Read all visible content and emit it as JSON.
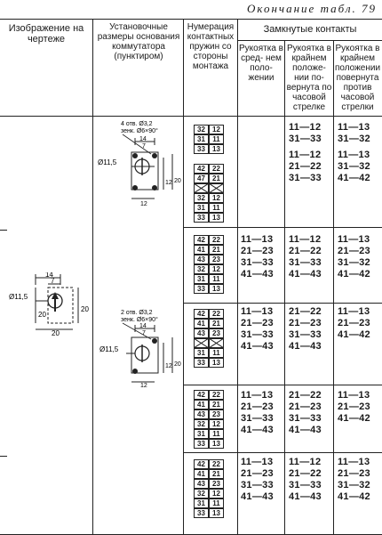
{
  "caption": "Окончание табл. 79",
  "headers": {
    "col1": "Изображение на чертеже",
    "col2": "Установочные размеры основания коммутатора (пунктиром)",
    "col3": "Нумерация контактных пружин со стороны монтажа",
    "col4": "Замкнутые контакты",
    "sub1": "Рукоятка в сред- нем поло- жении",
    "sub2": "Рукоятка в крайнем положе- нии по- вернута по часовой стрелке",
    "sub3": "Рукоятка в крайнем положении повернута против часовой стрелки"
  },
  "drawing_labels": {
    "main_dia": "Ø11,5",
    "main_14": "14",
    "main_7": "7",
    "main_20a": "20",
    "main_20b": "20",
    "main_20c": "20",
    "a_holes": "4 отв. Ø3,2",
    "a_zenk": "зенк. Ø6×90°",
    "a_dia": "Ø11,5",
    "a_14": "14",
    "a_7": "7",
    "a_12a": "12",
    "a_12b": "12",
    "a_20": "20",
    "b_holes": "2 отв. Ø3,2",
    "b_zenk": "зенк. Ø6×90°",
    "b_dia": "Ø11,5",
    "b_14": "14",
    "b_7": "7",
    "b_12a": "12",
    "b_12b": "12",
    "b_20": "20"
  },
  "rows": [
    {
      "grid": [
        [
          "32",
          "12"
        ],
        [
          "31",
          "11"
        ],
        [
          "33",
          "13"
        ]
      ],
      "mid": [],
      "cw": [
        "11—12",
        "31—33"
      ],
      "ccw": [
        "11—13",
        "31—32"
      ]
    },
    {
      "grid": [
        [
          "42",
          "22"
        ],
        [
          "47",
          "21"
        ],
        [
          "X",
          "X"
        ],
        [
          "32",
          "12"
        ],
        [
          "31",
          "11"
        ],
        [
          "33",
          "13"
        ]
      ],
      "mid": [],
      "cw": [
        "11—12",
        "21—22",
        "31—33"
      ],
      "ccw": [
        "11—13",
        "31—32",
        "41—42"
      ]
    },
    {
      "grid": [
        [
          "42",
          "22"
        ],
        [
          "41",
          "21"
        ],
        [
          "43",
          "23"
        ],
        [
          "32",
          "12"
        ],
        [
          "31",
          "11"
        ],
        [
          "33",
          "13"
        ]
      ],
      "mid": [
        "11—13",
        "21—23",
        "31—33",
        "41—43"
      ],
      "cw": [
        "11—12",
        "21—22",
        "31—33",
        "41—43"
      ],
      "ccw": [
        "11—13",
        "21—23",
        "31—32",
        "41—42"
      ]
    },
    {
      "grid": [
        [
          "42",
          "22"
        ],
        [
          "41",
          "21"
        ],
        [
          "43",
          "23"
        ],
        [
          "X",
          "X"
        ],
        [
          "31",
          "11"
        ],
        [
          "33",
          "13"
        ]
      ],
      "mid": [
        "11—13",
        "21—23",
        "31—33",
        "41—43"
      ],
      "cw": [
        "21—22",
        "21—23",
        "31—33",
        "41—43"
      ],
      "ccw": [
        "11—13",
        "21—23",
        "41—42"
      ]
    },
    {
      "grid": [
        [
          "42",
          "22"
        ],
        [
          "41",
          "21"
        ],
        [
          "43",
          "23"
        ],
        [
          "32",
          "12"
        ],
        [
          "31",
          "11"
        ],
        [
          "33",
          "13"
        ]
      ],
      "mid": [
        "11—13",
        "21—23",
        "31—33",
        "41—43"
      ],
      "cw": [
        "21—22",
        "21—23",
        "31—33",
        "41—43"
      ],
      "ccw": [
        "11—13",
        "21—23",
        "41—42"
      ]
    },
    {
      "grid": [
        [
          "42",
          "22"
        ],
        [
          "41",
          "21"
        ],
        [
          "43",
          "23"
        ],
        [
          "32",
          "12"
        ],
        [
          "31",
          "11"
        ],
        [
          "33",
          "13"
        ]
      ],
      "mid": [
        "11—13",
        "21—23",
        "31—33",
        "41—43"
      ],
      "cw": [
        "11—12",
        "21—22",
        "31—33",
        "41—43"
      ],
      "ccw": [
        "11—13",
        "21—23",
        "31—32",
        "41—42"
      ]
    }
  ]
}
